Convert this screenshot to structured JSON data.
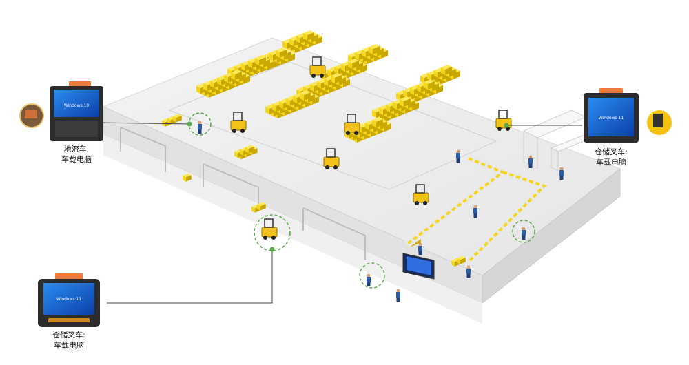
{
  "devices": {
    "left_top": {
      "name_line": "地流车:",
      "type_line": "车载电脑",
      "screen_os": "Windows 10"
    },
    "right_top": {
      "name_line": "仓储叉车:",
      "type_line": "车载电脑",
      "screen_os": "Windows 11"
    },
    "bottom_left": {
      "name_line": "仓储叉车:",
      "type_line": "车载电脑",
      "screen_os": "Windows 11"
    }
  },
  "colors": {
    "box_yellow": "#f4d61c",
    "box_shadow": "#c9a900",
    "floor": "#ececec",
    "wall": "#dedede",
    "screen_blue": "#1d6fd6",
    "handle_orange": "#f07a3a",
    "link_green": "#5aa94a"
  }
}
